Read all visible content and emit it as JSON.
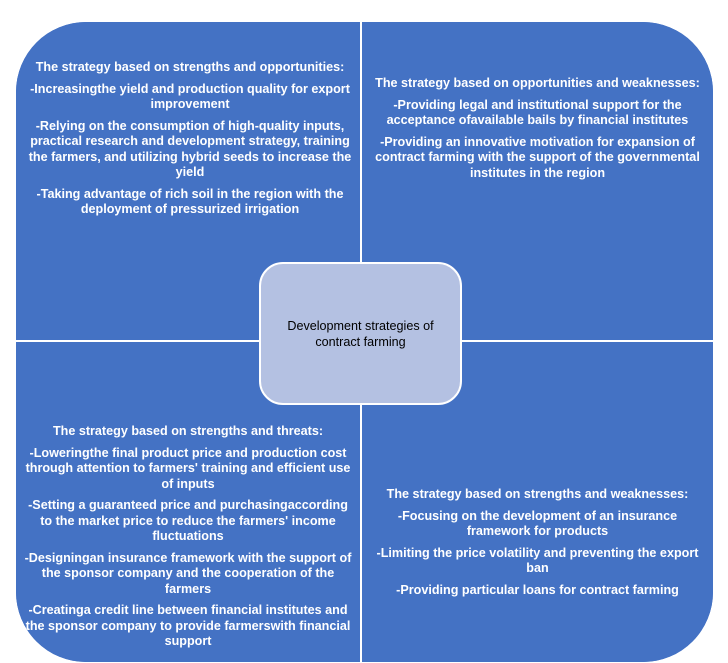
{
  "center": {
    "label": "Development strategies of contract farming"
  },
  "quadrants": {
    "top_left": {
      "heading": "The strategy based on strengths and opportunities:",
      "items": [
        "-Increasingthe yield and production quality for export improvement",
        "-Relying on the consumption of high-quality inputs, practical research and development strategy, training the farmers, and utilizing hybrid seeds to increase the yield",
        "-Taking advantage of rich soil in the region with the deployment of pressurized irrigation"
      ]
    },
    "top_right": {
      "heading": "The strategy based on opportunities and weaknesses:",
      "items": [
        "-Providing legal and institutional support for the acceptance ofavailable bails by financial institutes",
        "-Providing an innovative motivation for expansion of contract farming with the support of the governmental institutes in the region"
      ]
    },
    "bottom_left": {
      "heading": "The strategy based on strengths and threats:",
      "items": [
        "-Loweringthe final product price and production cost through attention to farmers' training and efficient use of inputs",
        "-Setting a guaranteed price and purchasingaccording to the market price to reduce the farmers' income fluctuations",
        "-Designingan insurance framework with the support of the sponsor company and the cooperation of the farmers",
        "-Creatinga credit line between financial institutes and the sponsor company to provide farmerswith financial support"
      ]
    },
    "bottom_right": {
      "heading": "The strategy based on strengths and weaknesses:",
      "items": [
        "-Focusing on the development of an insurance framework for products",
        "-Limiting the price volatility and preventing the export ban",
        "-Providing particular loans for contract farming"
      ]
    }
  },
  "colors": {
    "quadrant_fill": "#4472c4",
    "center_fill": "#b4c1e2",
    "divider": "#ffffff"
  }
}
